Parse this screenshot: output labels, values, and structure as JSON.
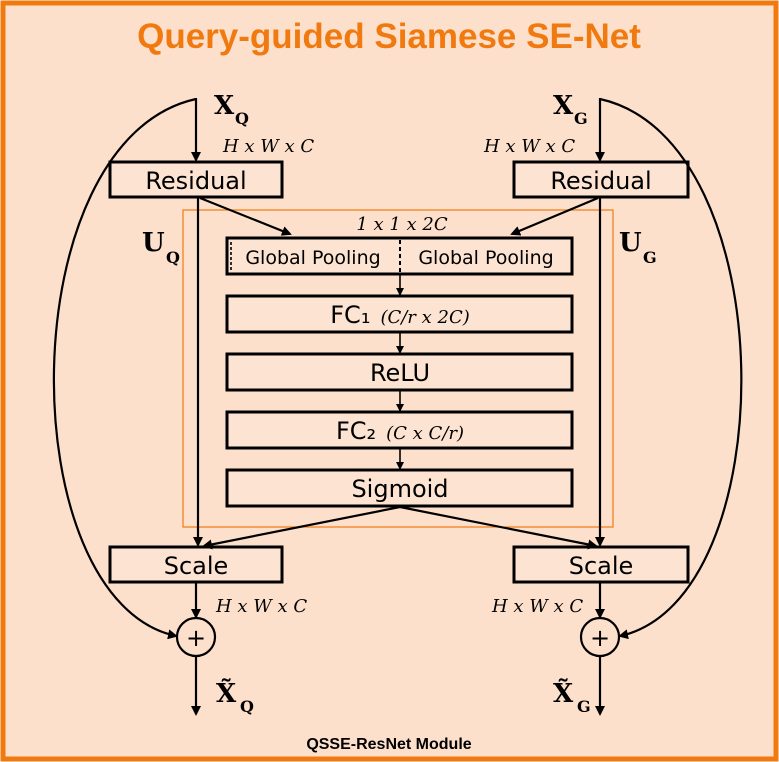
{
  "title": "Query-guided Siamese SE-Net",
  "caption": "QSSE-ResNet Module",
  "left": {
    "input_var": "X",
    "input_sub": "Q",
    "input_dim": "H x W x C",
    "residual_label": "Residual",
    "u_var": "U",
    "u_sub": "Q",
    "scale_label": "Scale",
    "scale_dim": "H x W x C",
    "add_symbol": "+",
    "output_var": "X̃",
    "output_sub": "Q"
  },
  "right": {
    "input_var": "X",
    "input_sub": "G",
    "input_dim": "H x W x C",
    "residual_label": "Residual",
    "u_var": "U",
    "u_sub": "G",
    "scale_label": "Scale",
    "scale_dim": "H x W x C",
    "add_symbol": "+",
    "output_var": "X̃",
    "output_sub": "G"
  },
  "center": {
    "concat_dim": "1 x 1 x 2C",
    "pool_left": "Global Pooling",
    "pool_right": "Global Pooling",
    "fc1_main": "FC₁",
    "fc1_param": "(C/r x 2C)",
    "relu": "ReLU",
    "fc2_main": "FC₂",
    "fc2_param": "(C x C/r)",
    "sigmoid": "Sigmoid"
  },
  "colors": {
    "background": "#fde0cc",
    "border": "#f07a10",
    "title": "#f07a10",
    "box_fill": "#fde4d2",
    "stroke": "#000000"
  }
}
